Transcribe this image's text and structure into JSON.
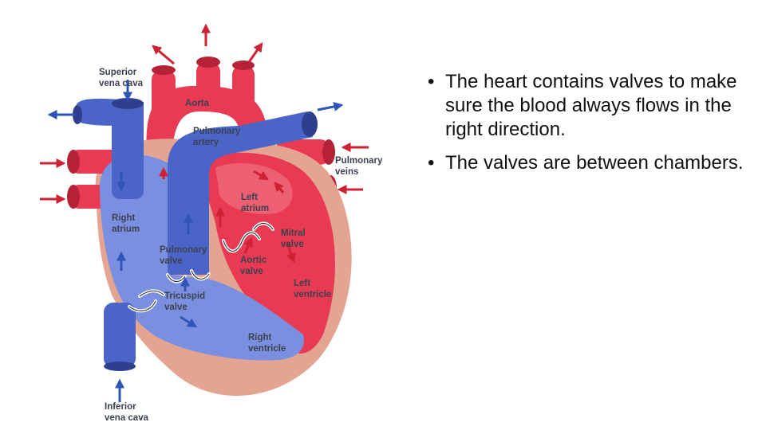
{
  "colors": {
    "oxygenated": "#e83a52",
    "deoxygenated": "#4a64c8",
    "muscle": "#e3a592",
    "arrow_red": "#cc2233",
    "arrow_blue": "#2f55b8"
  },
  "diagram": {
    "labels": {
      "superior_vena_cava": [
        "Superior",
        "vena cava"
      ],
      "aorta": [
        "Aorta"
      ],
      "pulmonary_artery": [
        "Pulmonary",
        "artery"
      ],
      "pulmonary_veins": [
        "Pulmonary",
        "veins"
      ],
      "left_atrium": [
        "Left",
        "atrium"
      ],
      "right_atrium": [
        "Right",
        "atrium"
      ],
      "mitral_valve": [
        "Mitral",
        "valve"
      ],
      "pulmonary_valve": [
        "Pulmonary",
        "valve"
      ],
      "aortic_valve": [
        "Aortic",
        "valve"
      ],
      "left_ventricle": [
        "Left",
        "ventricle"
      ],
      "tricuspid_valve": [
        "Tricuspid",
        "valve"
      ],
      "right_ventricle": [
        "Right",
        "ventricle"
      ],
      "inferior_vena_cava": [
        "Inferior",
        "vena cava"
      ]
    }
  },
  "bullets": [
    "The heart contains valves to make sure the blood always flows in the right direction.",
    "The valves are between chambers."
  ]
}
